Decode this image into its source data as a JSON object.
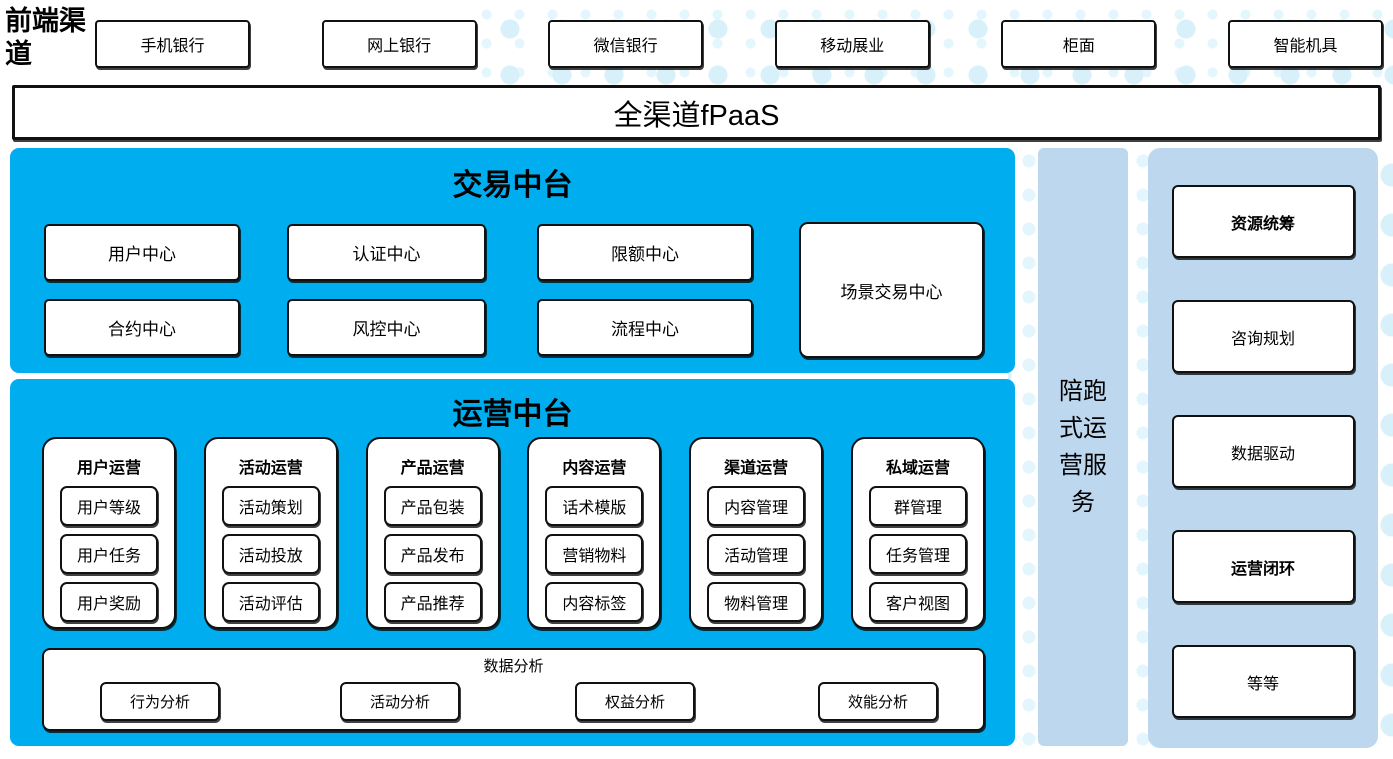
{
  "front_channels": {
    "label": "前端渠道",
    "items": [
      "手机银行",
      "网上银行",
      "微信银行",
      "移动展业",
      "柜面",
      "智能机具"
    ]
  },
  "fpaas": {
    "label": "全渠道fPaaS"
  },
  "trade_platform": {
    "title": "交易中台",
    "centers": [
      "用户中心",
      "认证中心",
      "限额中心",
      "合约中心",
      "风控中心",
      "流程中心"
    ],
    "scene_center": "场景交易中心"
  },
  "ops_platform": {
    "title": "运营中台",
    "groups": [
      {
        "title": "用户运营",
        "items": [
          "用户等级",
          "用户任务",
          "用户奖励"
        ]
      },
      {
        "title": "活动运营",
        "items": [
          "活动策划",
          "活动投放",
          "活动评估"
        ]
      },
      {
        "title": "产品运营",
        "items": [
          "产品包装",
          "产品发布",
          "产品推荐"
        ]
      },
      {
        "title": "内容运营",
        "items": [
          "话术模版",
          "营销物料",
          "内容标签"
        ]
      },
      {
        "title": "渠道运营",
        "items": [
          "内容管理",
          "活动管理",
          "物料管理"
        ]
      },
      {
        "title": "私域运营",
        "items": [
          "群管理",
          "任务管理",
          "客户视图"
        ]
      }
    ],
    "analysis": {
      "title": "数据分析",
      "items": [
        "行为分析",
        "活动分析",
        "权益分析",
        "效能分析"
      ]
    }
  },
  "side_service": {
    "label": "陪跑式运营服务"
  },
  "right_panel": {
    "items": [
      {
        "label": "资源统筹",
        "bold": true
      },
      {
        "label": "咨询规划",
        "bold": false
      },
      {
        "label": "数据驱动",
        "bold": false
      },
      {
        "label": "运营闭环",
        "bold": true
      },
      {
        "label": "等等",
        "bold": false
      }
    ]
  },
  "colors": {
    "primary_blue": "#00AEEF",
    "light_blue": "#BDD7EE",
    "dot_blue": "#D7F0FA"
  }
}
